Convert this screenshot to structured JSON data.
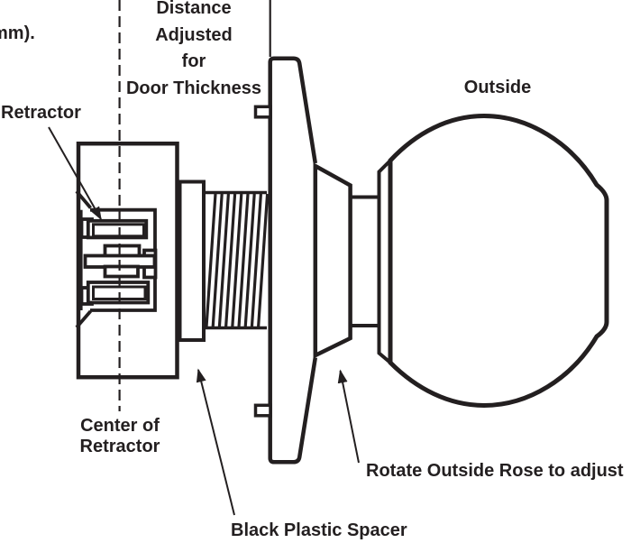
{
  "diagram": {
    "type": "door-knob-assembly-side-view",
    "colors": {
      "ink": "#231f20",
      "background": "#ffffff"
    },
    "labels": {
      "clipped_caption": "mm).",
      "retractor": "Retractor",
      "distance_lines": [
        "Distance",
        "Adjusted",
        "for",
        "Door Thickness"
      ],
      "outside": "Outside",
      "center_lines": [
        "Center of",
        "Retractor"
      ],
      "rotate_rose": "Rotate Outside Rose to adjust",
      "black_plastic_spacer": "Black Plastic Spacer"
    },
    "parts": [
      "retractor-housing",
      "retractor-mechanism",
      "center-line",
      "black-plastic-spacer",
      "threaded-spindle",
      "rose-plate",
      "rose-plate-tabs",
      "outside-rose",
      "knob-shank",
      "door-knob"
    ]
  }
}
